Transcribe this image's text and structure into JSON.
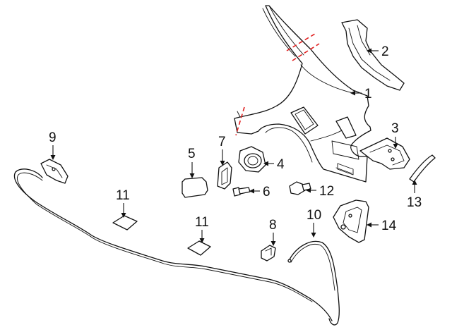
{
  "callouts": [
    {
      "id": "c1",
      "label": "1"
    },
    {
      "id": "c2",
      "label": "2"
    },
    {
      "id": "c3",
      "label": "3"
    },
    {
      "id": "c4",
      "label": "4"
    },
    {
      "id": "c5",
      "label": "5"
    },
    {
      "id": "c6",
      "label": "6"
    },
    {
      "id": "c7",
      "label": "7"
    },
    {
      "id": "c8",
      "label": "8"
    },
    {
      "id": "c9",
      "label": "9"
    },
    {
      "id": "c10",
      "label": "10"
    },
    {
      "id": "c11a",
      "label": "11"
    },
    {
      "id": "c11b",
      "label": "11"
    },
    {
      "id": "c12",
      "label": "12"
    },
    {
      "id": "c13",
      "label": "13"
    },
    {
      "id": "c14",
      "label": "14"
    }
  ],
  "colors": {
    "line": "#111111",
    "cut_line": "#e02020",
    "background": "#ffffff"
  }
}
